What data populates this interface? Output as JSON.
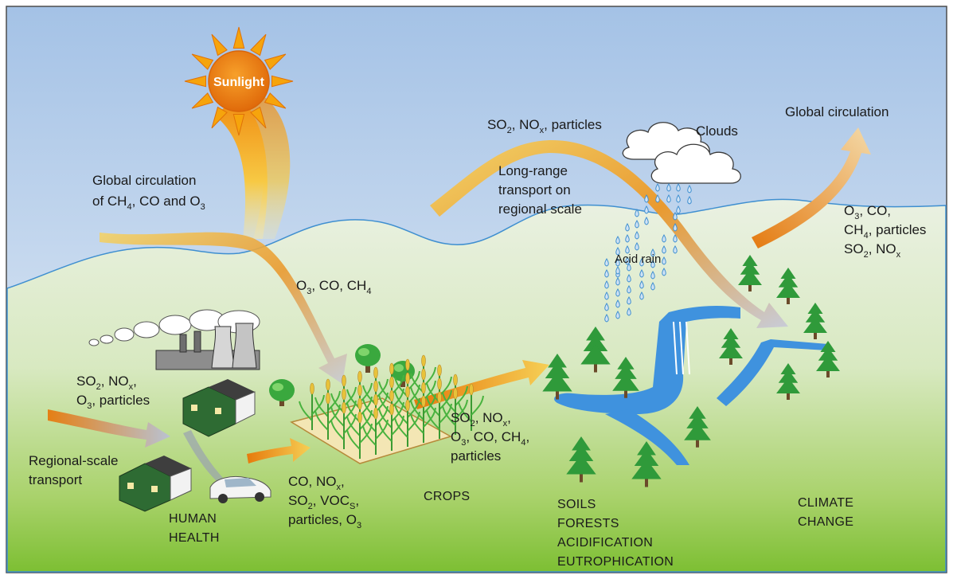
{
  "sun": {
    "label": "Sunlight"
  },
  "labels": {
    "global_circulation_left": [
      "Global circulation",
      "of CH",
      "4",
      ", CO and O",
      "3"
    ],
    "so2_nox_particles_top": [
      "SO",
      "2",
      ", NO",
      "x",
      ", particles"
    ],
    "clouds": "Clouds",
    "global_circulation_right": "Global circulation",
    "long_range": [
      "Long-range",
      "transport on",
      "regional scale"
    ],
    "acid_rain": "Acid rain",
    "right_pollutants": [
      "O",
      "3",
      ", CO,",
      "CH",
      "4",
      ", particles",
      "SO",
      "2",
      ", NO",
      "x"
    ],
    "o3_co_ch4": [
      "O",
      "3",
      ", CO, CH",
      "4"
    ],
    "left_pollutants": [
      "SO",
      "2",
      ", NO",
      "x",
      ",",
      "O",
      "3",
      ", particles"
    ],
    "regional_scale": [
      "Regional-scale",
      "transport"
    ],
    "crop_pollutants": [
      "SO",
      "2",
      ", NO",
      "x",
      ",",
      "O",
      "3",
      ", CO, CH",
      "4",
      ",",
      "particles"
    ],
    "traffic_pollutants": [
      "CO, NO",
      "x",
      ",",
      "SO",
      "2",
      ", VOC",
      "S",
      ",",
      "particles, O",
      "3"
    ]
  },
  "categories": {
    "human_health": [
      "HUMAN",
      "HEALTH"
    ],
    "crops": "CROPS",
    "soils": [
      "SOILS",
      "FORESTS",
      "ACIDIFICATION",
      "EUTROPHICATION"
    ],
    "climate": [
      "CLIMATE",
      "CHANGE"
    ]
  },
  "colors": {
    "sky_top": "#a9c6e8",
    "sky_bottom": "#e9f1f8",
    "ground_top": "#e4eed9",
    "ground_bottom": "#7fc13a",
    "hill_line": "#3f8fd0",
    "sun_core": "#f07a10",
    "sun_ray": "#f6a40c",
    "arrow_orange": "#e8830e",
    "arrow_yellow": "#f5c63c",
    "water": "#3f92de",
    "tree": "#2f9a3a",
    "frame": "#4d4d4d"
  }
}
